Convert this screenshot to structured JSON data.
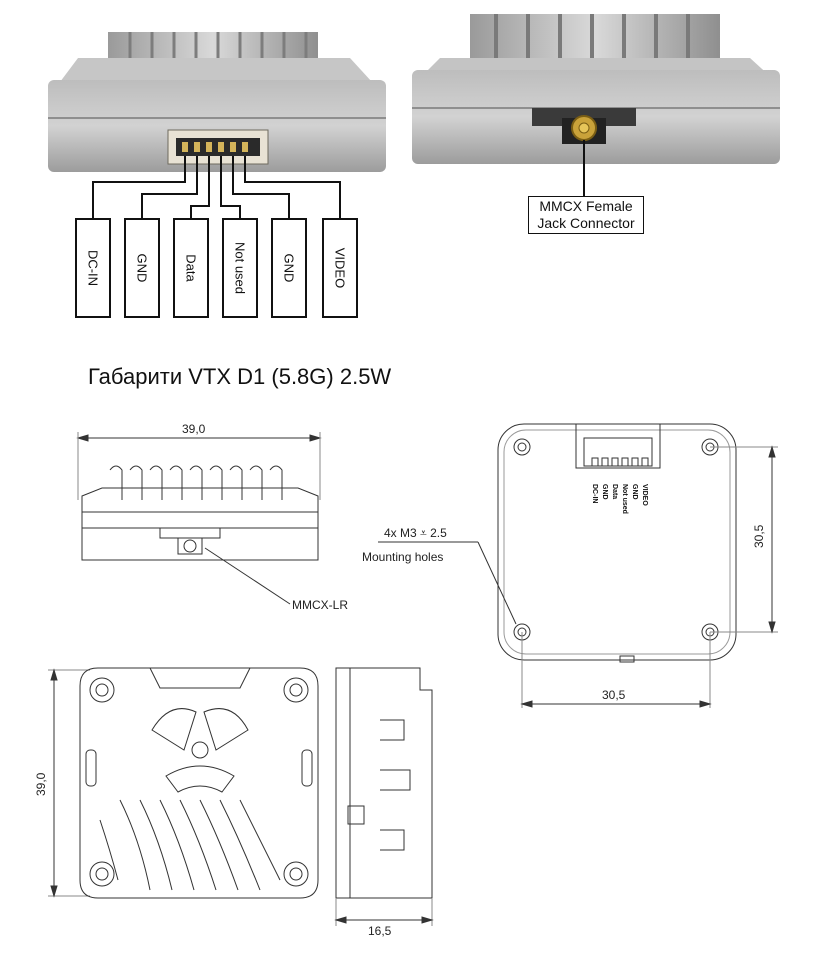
{
  "pin_labels": [
    "DC-IN",
    "GND",
    "Data",
    "Not used",
    "GND",
    "VIDEO"
  ],
  "connector_label_line1": "MMCX Female",
  "connector_label_line2": "Jack Connector",
  "section_title": "Габарити VTX D1 (5.8G) 2.5W",
  "drawing": {
    "front_width": "39,0",
    "mmcx_callout": "MMCX-LR",
    "holes_callout": "4x M3 ⩡ 2.5",
    "holes_note": "Mounting holes",
    "bottom_height": "30,5",
    "bottom_width": "30,5",
    "top_height": "39,0",
    "side_depth": "16,5",
    "bottom_pins": [
      "DC-IN",
      "GND",
      "Data",
      "Not used",
      "GND",
      "VIDEO"
    ]
  },
  "colors": {
    "metal_light": "#c9c9c9",
    "metal_mid": "#a9a9a9",
    "metal_dark": "#8a8a8a",
    "line": "#222222",
    "gold": "#c9a23a"
  }
}
